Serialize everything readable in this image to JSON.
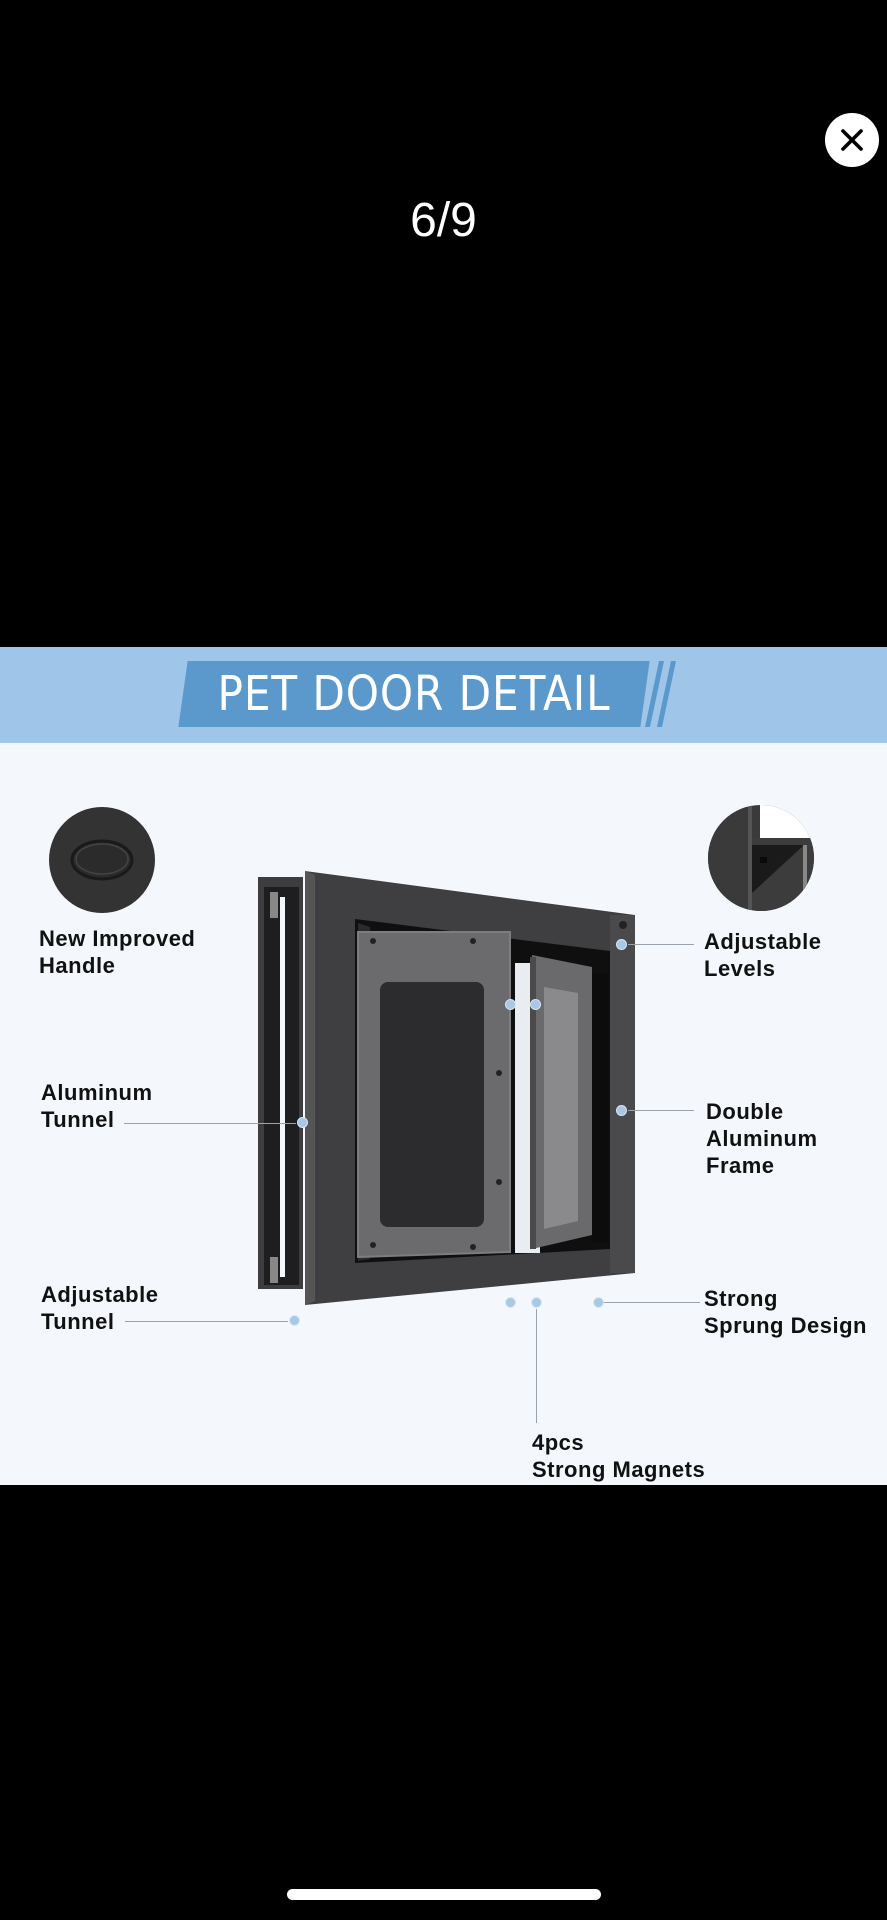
{
  "viewer": {
    "counter": "6/9",
    "current_index": 6,
    "total": 9,
    "close_icon": "close-icon"
  },
  "product_image": {
    "banner_title": "PET DOOR DETAIL",
    "colors": {
      "banner_bg": "#9fc5e8",
      "banner_plate": "#5b98cb",
      "background": "#f4f8fc",
      "frame": "#3a3a3c",
      "callout_dot": "#a8c8e6"
    },
    "callouts": [
      {
        "id": "handle",
        "label": "New Improved\nHandle",
        "inset": "handle-closeup"
      },
      {
        "id": "levels",
        "label": "Adjustable\nLevels",
        "inset": "corner-closeup"
      },
      {
        "id": "aluminum-tunnel",
        "label": "Aluminum\nTunnel"
      },
      {
        "id": "double-frame",
        "label": "Double\nAluminum\nFrame"
      },
      {
        "id": "adjustable-tunnel",
        "label": "Adjustable\nTunnel"
      },
      {
        "id": "sprung",
        "label": "Strong\nSprung Design"
      },
      {
        "id": "magnets",
        "label": "4pcs\nStrong Magnets"
      }
    ]
  }
}
